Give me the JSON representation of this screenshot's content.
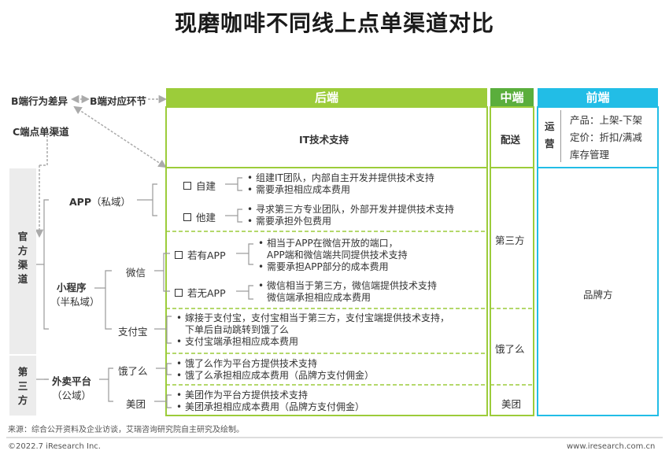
{
  "title": "现磨咖啡不同线上点单渠道对比",
  "legend": {
    "b_diff": "B端行为差异",
    "b_link": "B端对应环节",
    "c_channel": "C端点单渠道"
  },
  "headers": {
    "back": "后端",
    "mid": "中端",
    "front": "前端"
  },
  "row_top": {
    "it": "IT技术支持",
    "mid": "配送",
    "ops_label": "运营",
    "ops_lines": [
      "产品：上架-下架",
      "定价：折扣/满减",
      "库存管理"
    ]
  },
  "groups": {
    "official": "官方渠道",
    "third": "第三方"
  },
  "channels": {
    "app": "APP",
    "app_sub": "（私域）",
    "mini": "小程序",
    "mini_sub": "（半私域）",
    "waimai": "外卖平台",
    "waimai_sub": "（公域）"
  },
  "sub": {
    "wechat": "微信",
    "alipay": "支付宝",
    "eleme": "饿了么",
    "meituan": "美团"
  },
  "options": {
    "zijian": "自建",
    "tajian": "他建",
    "ruoyou": "若有APP",
    "ruowu": "若无APP"
  },
  "bullets": {
    "zijian": [
      "组建IT团队，内部自主开发并提供技术支持",
      "需要承担相应成本费用"
    ],
    "tajian": [
      "寻求第三方专业团队，外部开发并提供技术支持",
      "需要承担外包费用"
    ],
    "ruoyou": [
      "相当于APP在微信开放的端口，",
      "APP端和微信端共同提供技术支持",
      "需要承担APP部分的成本费用"
    ],
    "ruowu": [
      "微信相当于第三方，微信端提供技术支持",
      "微信端承担相应成本费用"
    ],
    "alipay": [
      "嫁接于支付宝，支付宝相当于第三方，支付宝端提供技术支持，",
      "下单后自动跳转到饿了么",
      "支付宝端承担相应成本费用"
    ],
    "eleme": [
      "饿了么作为平台方提供技术支持",
      "饿了么承担相应成本费用（品牌方支付佣金）"
    ],
    "meituan": [
      "美团作为平台方提供技术支持",
      "美团承担相应成本费用（品牌方支付佣金）"
    ]
  },
  "mid_cells": {
    "third": "第三方",
    "eleme": "饿了么",
    "meituan": "美团"
  },
  "front_cell": "品牌方",
  "footer": {
    "source": "来源：综合公开资料及企业访谈，艾瑞咨询研究院自主研究及绘制。",
    "copyright": "©2022.7 iResearch Inc.",
    "url": "www.iresearch.com.cn"
  },
  "colors": {
    "green": "#9ccc3a",
    "darkgreen": "#5aae3c",
    "cyan": "#22bde6",
    "gray": "#ececec"
  }
}
